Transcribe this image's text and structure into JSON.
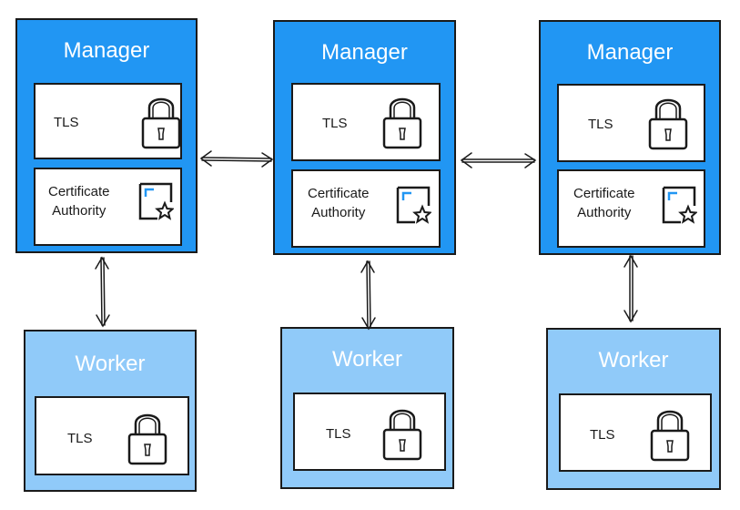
{
  "managers": [
    {
      "title": "Manager",
      "tls_label": "TLS",
      "ca_label_line1": "Certificate",
      "ca_label_line2": "Authority"
    },
    {
      "title": "Manager",
      "tls_label": "TLS",
      "ca_label_line1": "Certificate",
      "ca_label_line2": "Authority"
    },
    {
      "title": "Manager",
      "tls_label": "TLS",
      "ca_label_line1": "Certificate",
      "ca_label_line2": "Authority"
    }
  ],
  "workers": [
    {
      "title": "Worker",
      "tls_label": "TLS"
    },
    {
      "title": "Worker",
      "tls_label": "TLS"
    },
    {
      "title": "Worker",
      "tls_label": "TLS"
    }
  ],
  "colors": {
    "manager_fill": "#2196f3",
    "worker_fill": "#90caf9",
    "stroke": "#1a1a1a",
    "ca_icon_accent": "#2196f3"
  },
  "icons": {
    "lock": "padlock-icon",
    "certificate": "certificate-star-icon"
  }
}
